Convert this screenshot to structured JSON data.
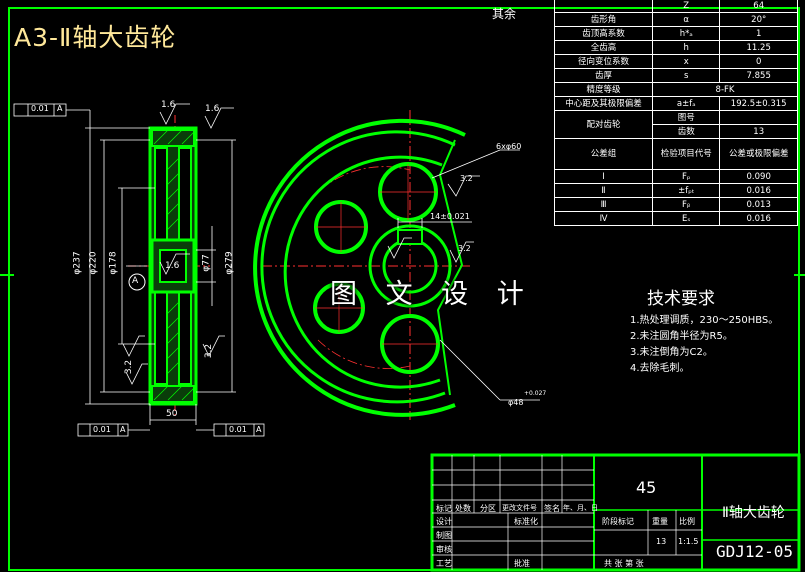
{
  "title": "A3-Ⅱ轴大齿轮",
  "watermark": "图 文 设 计",
  "qiyu": "其余",
  "dims": {
    "rough_top1": "1.6",
    "rough_top2": "1.6",
    "tol_top": "0.01",
    "datum_a": "A",
    "d237": "φ237",
    "d220": "φ220",
    "d178": "φ178",
    "d77": "φ77",
    "d279": "φ279",
    "rough_mid": "1.6",
    "r32a": "3.2",
    "r32b": "3.2",
    "width": "50",
    "tol_bl": "0.01",
    "tol_br": "0.01",
    "holes": "6xφ60",
    "key_w": "14±0.021",
    "r32c": "3.2",
    "r32d": "3.2",
    "bore": "φ48",
    "bore_tol": "+0.027"
  },
  "params": [
    {
      "name": "",
      "sym": "Z",
      "val": "64"
    },
    {
      "name": "齿形角",
      "sym": "α",
      "val": "20°"
    },
    {
      "name": "齿顶高系数",
      "sym": "h*ₐ",
      "val": "1"
    },
    {
      "name": "全齿高",
      "sym": "h",
      "val": "11.25"
    },
    {
      "name": "径向变位系数",
      "sym": "x",
      "val": "0"
    },
    {
      "name": "齿厚",
      "sym": "s",
      "val": "7.855"
    },
    {
      "name": "精度等级",
      "sym": "",
      "val": "8-FK"
    },
    {
      "name": "中心距及其极限偏差",
      "sym": "a±fₐ",
      "val": "192.5±0.315"
    }
  ],
  "pair": {
    "label": "配对齿轮",
    "sub1": "图号",
    "sub2": "齿数",
    "val2": "13"
  },
  "group": {
    "label": "公差组",
    "h1": "检验项目代号",
    "h2": "公差或极限偏差"
  },
  "tolerances": [
    {
      "group": "Ⅰ",
      "code": "Fₚ",
      "val": "0.090"
    },
    {
      "group": "Ⅱ",
      "code": "±fₚₜ",
      "val": "0.016"
    },
    {
      "group": "Ⅲ",
      "code": "Fᵦ",
      "val": "0.013"
    },
    {
      "group": "Ⅳ",
      "code": "Eₛ",
      "val": "0.016"
    }
  ],
  "tech": {
    "title": "技术要求",
    "items": [
      "1.热处理调质，230～250HBS。",
      "2.未注圆角半径为R5。",
      "3.未注倒角为C2。",
      "4.去除毛刺。"
    ]
  },
  "title_block": {
    "material": "45",
    "part_name": "Ⅱ轴大齿轮",
    "drawing_no": "GDJ12-05",
    "row_labels": [
      "标记",
      "处数",
      "分区",
      "更改文件号",
      "签名",
      "年、月、日"
    ],
    "left_labels": [
      "设计",
      "制图",
      "审核",
      "工艺"
    ],
    "std": "标准化",
    "approve": "批准",
    "stage": "阶段标记",
    "weight": "重量",
    "scale_label": "比例",
    "qty": "13",
    "scale": "1:1.5",
    "sheets": "共 张  第 张"
  }
}
